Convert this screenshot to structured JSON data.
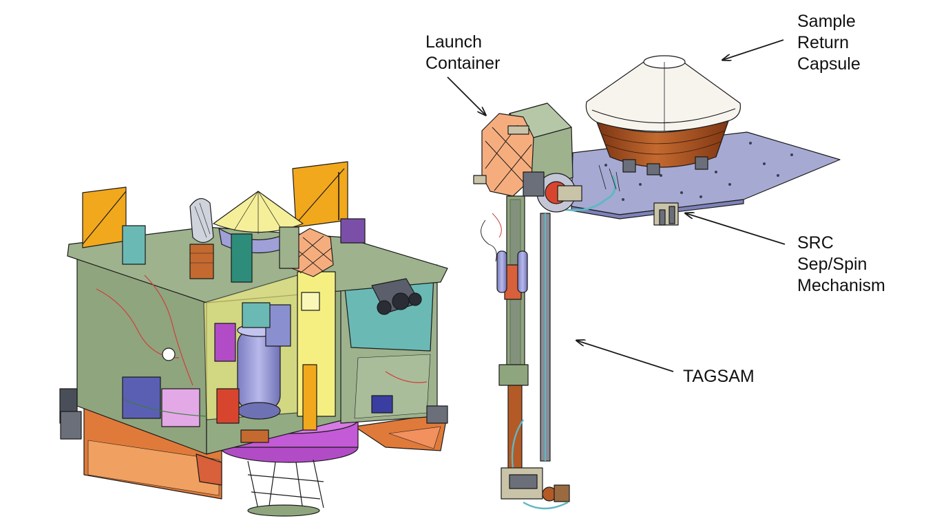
{
  "labels": {
    "launch_container": [
      "Launch",
      "Container"
    ],
    "sample_return_capsule": [
      "Sample",
      "Return",
      "Capsule"
    ],
    "src_mechanism": [
      "SRC",
      "Sep/Spin",
      "Mechanism"
    ],
    "tagsam": [
      "TAGSAM"
    ]
  },
  "colors": {
    "panel_orange": "#f2a81c",
    "green": "#8fa57e",
    "purple": "#b14cc6",
    "lavender": "#9fa0d8",
    "yellow": "#f5ef82",
    "teal": "#6ab9b4",
    "copper": "#b35a26",
    "salmon": "#f6ad7e",
    "plate": "#a6a9d2",
    "orange_base": "#e07a3a",
    "line": "#1a1a1a"
  }
}
